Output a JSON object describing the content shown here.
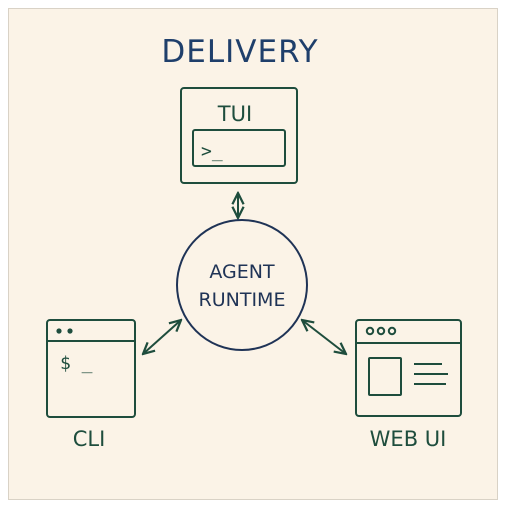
{
  "diagram": {
    "title": "DELIVERY",
    "center": {
      "line1": "AGENT",
      "line2": "RUNTIME"
    },
    "tui": {
      "label": "TUI",
      "prompt": ">_"
    },
    "cli": {
      "label": "CLI",
      "prompt": "$ _"
    },
    "web": {
      "label": "WEB UI"
    }
  },
  "colors": {
    "background": "#fbf3e7",
    "stroke_green": "#1e4d3d",
    "stroke_navy": "#1f3356",
    "title": "#1f3f6b"
  }
}
